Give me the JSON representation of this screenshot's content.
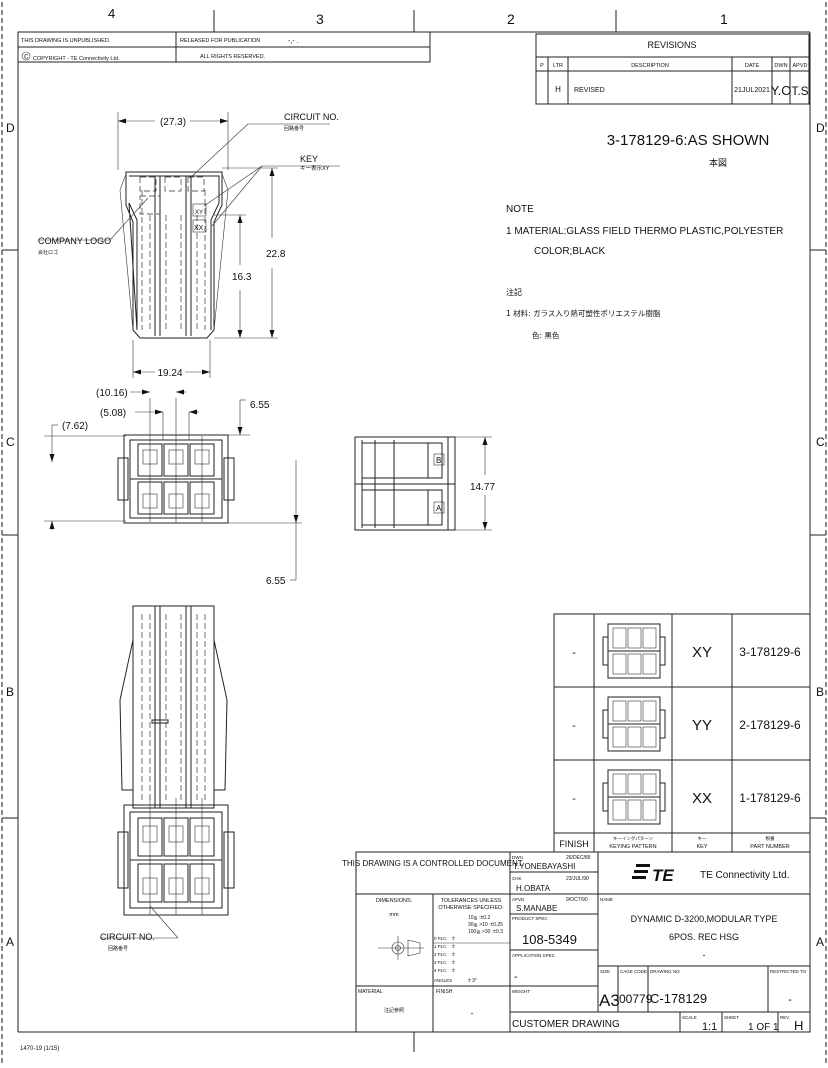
{
  "zones": {
    "top": [
      "4",
      "3",
      "2",
      "1"
    ],
    "rows": [
      "D",
      "C",
      "B",
      "A"
    ]
  },
  "header": {
    "unpublished": "THIS DRAWING IS UNPUBLISHED.",
    "released": "RELEASED FOR PUBLICATION",
    "released_value": "-,-  .",
    "copyright": "COPYRIGHT  -  TE Connectivity Ltd.",
    "rights": "ALL RIGHTS RESERVED."
  },
  "revisions": {
    "title": "REVISIONS",
    "headers": [
      "P",
      "LTR",
      "DESCRIPTION",
      "DATE",
      "DWN",
      "APVD"
    ],
    "row": {
      "ltr": "H",
      "description": "REVISED",
      "date": "21JUL2021",
      "dwn": "Y.O",
      "apvd": "T.S"
    }
  },
  "part_heading": {
    "number": "3-178129-6:AS SHOWN",
    "jp": "本図"
  },
  "notes": {
    "title": "NOTE",
    "line1": "1 MATERIAL:GLASS FIELD THERMO PLASTIC,POLYESTER",
    "line2": "COLOR;BLACK",
    "jp_title": "注記",
    "jp_line1": "1  材料: ガラス入り熱可塑性ポリエステル樹脂",
    "jp_line2": "色: 黒色"
  },
  "callouts": {
    "circuit_no": "CIRCUIT NO.",
    "circuit_no_jp": "回路番号",
    "key": "KEY",
    "key_jp": "キー表示XY",
    "company_logo": "COMPANY LOGO",
    "company_logo_jp": "会社ロゴ",
    "circuit_no_bottom": "CIRCUIT NO.",
    "circuit_no_bottom_jp": "回路番号"
  },
  "dimensions": {
    "width_top": "(27.3)",
    "height_total": "22.8",
    "height_inner": "16.3",
    "width_bottom": "19.24",
    "pitch_a": "(10.16)",
    "pitch_b": "(5.08)",
    "pitch_c": "(7.62)",
    "offset_top": "6.55",
    "offset_bottom": "6.55",
    "side_height": "14.77"
  },
  "side_view_marks": {
    "upper": "B",
    "lower": "A"
  },
  "logo_marks": {
    "upper": "XY",
    "lower": "XX"
  },
  "variants": {
    "rows": [
      {
        "finish": "-",
        "key": "XY",
        "part": "3-178129-6"
      },
      {
        "finish": "-",
        "key": "YY",
        "part": "2-178129-6"
      },
      {
        "finish": "-",
        "key": "XX",
        "part": "1-178129-6"
      }
    ],
    "footer": {
      "finish": "FINISH",
      "keying_jp": "キーイングパターン",
      "keying": "KEYING PATTERN",
      "key_jp": "キー",
      "key": "KEY",
      "part_jp": "製番",
      "part": "PART NUMBER"
    }
  },
  "title_block": {
    "controlled": "THIS DRAWING IS A CONTROLLED DOCUMENT.",
    "dimensions_label": "DIMENSIONS:",
    "dimensions_unit": "mm",
    "tolerances_title": "TOLERANCES UNLESS",
    "tolerances_title2": "OTHERWISE SPECIFIED:",
    "tol1": "10≧     :±0.2",
    "tol2": "30≧  >10 :±0.25",
    "tol3": "100≧ >30 :±0.3",
    "plc": [
      "0 PLC",
      "1 PLC",
      "2 PLC",
      "3 PLC",
      "4 PLC"
    ],
    "pm": "±",
    "angles": "ANGLES",
    "angles_value": "±   3°",
    "material": "MATERIAL",
    "material_value": "注記参照",
    "finish": "FINISH",
    "finish_value": "-",
    "dwn_label": "DWN",
    "dwn_name": "T.YONEBAYASHI",
    "dwn_date": "26/DEC/89",
    "chk_label": "CHK",
    "chk_name": "H.OBATA",
    "chk_date": "23/JUL/90",
    "apvd_label": "APVD",
    "apvd_name": "S.MANABE",
    "apvd_date": "9/OCT/90",
    "product_spec_label": "PRODUCT SPEC",
    "product_spec": "108-5349",
    "application_spec_label": "APPLICATION SPEC",
    "application_spec": "-",
    "weight": "WEIGHT",
    "customer_drawing": "CUSTOMER DRAWING",
    "company": "TE Connectivity Ltd.",
    "logo_text": "TE",
    "name_label": "NAME",
    "name1": "DYNAMIC D-3200,MODULAR TYPE",
    "name2": "6POS. REC HSG",
    "name3": "-",
    "size_label": "SIZE",
    "size": "A3",
    "cage_label": "CAGE CODE",
    "cage": "00779",
    "drawing_no_label": "DRAWING NO",
    "drawing_no": "C-178129",
    "restricted_label": "RESTRICTED TO",
    "restricted": "-",
    "scale_label": "SCALE",
    "scale": "1:1",
    "sheet_label": "SHEET",
    "sheet": "1  OF  1",
    "rev_label": "REV",
    "rev": "H"
  },
  "form_no": "1470-19  (1/15)"
}
